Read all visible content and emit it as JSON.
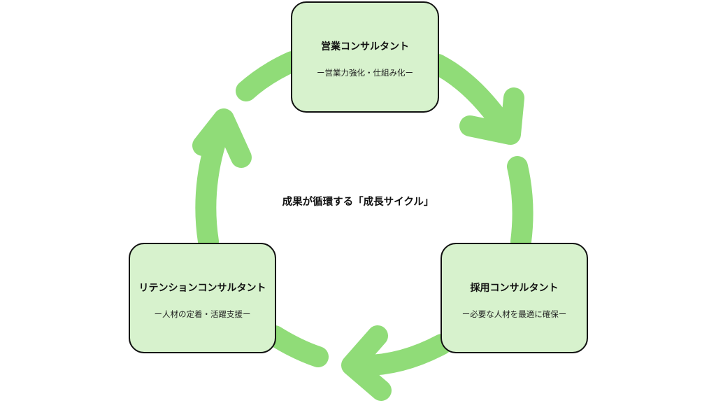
{
  "diagram": {
    "center_title": "成果が循環する「成長サイクル」",
    "nodes": [
      {
        "title": "営業コンサルタント",
        "subtitle": "ー営業力強化・仕組み化ー"
      },
      {
        "title": "採用コンサルタント",
        "subtitle": "ー必要な人材を最適に確保ー"
      },
      {
        "title": "リテンションコンサルタント",
        "subtitle": "ー人材の定着・活躍支援ー"
      }
    ],
    "colors": {
      "arrow": "#90dc78",
      "box_fill": "#d7f2cd",
      "box_border": "#111111"
    }
  }
}
